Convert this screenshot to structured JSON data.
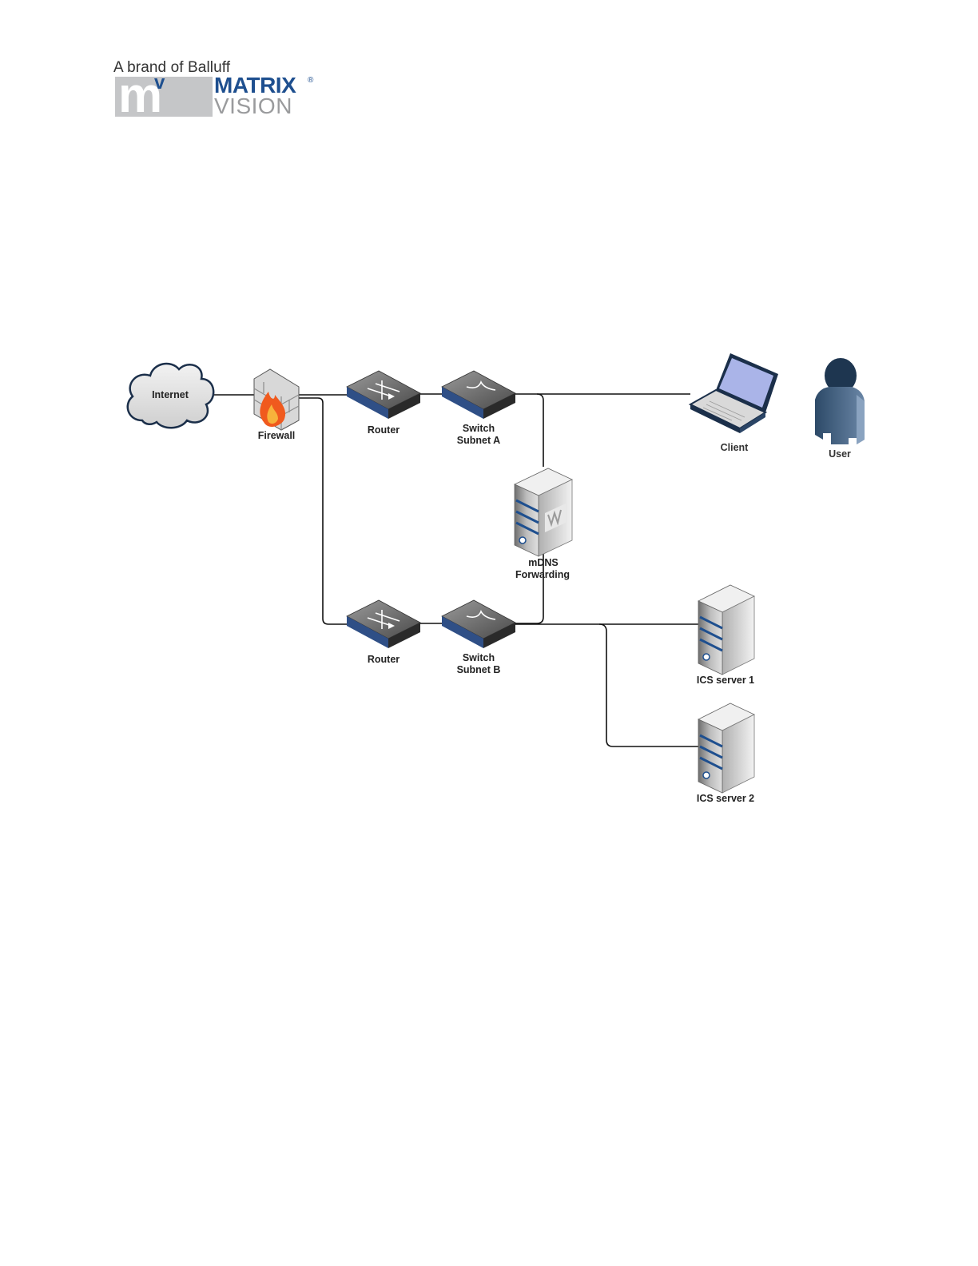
{
  "logo": {
    "tagline": "A brand of Balluff",
    "mark_m": "m",
    "mark_v": "v",
    "word_matrix": "MATRIX",
    "registered": "®",
    "word_vision": "VISION"
  },
  "diagram": {
    "nodes": {
      "internet": "Internet",
      "firewall": "Firewall",
      "router_a": "Router",
      "switch_a_line1": "Switch",
      "switch_a_line2": "Subnet A",
      "client": "Client",
      "user": "User",
      "mdns_line1": "mDNS",
      "mdns_line2": "Forwarding",
      "router_b": "Router",
      "switch_b_line1": "Switch",
      "switch_b_line2": "Subnet B",
      "ics_server_1": "ICS server 1",
      "ics_server_2": "ICS server 2"
    },
    "colors": {
      "line": "#111111",
      "device_dark": "#3a3a3a",
      "device_blue": "#1e4f8f",
      "cloud_fill": "#e6e6e6",
      "laptop_screen": "#aab4e8"
    }
  }
}
